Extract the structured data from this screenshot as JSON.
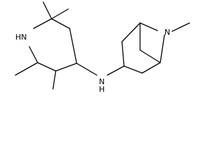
{
  "structure": {
    "atom_labels": {
      "piperidine_nh": "HN",
      "amine_nh": "N",
      "amine_h": "H",
      "bicyclic_n": "N"
    },
    "colors": {
      "bond": "#000000",
      "label": "#000000",
      "background": "#ffffff"
    }
  }
}
